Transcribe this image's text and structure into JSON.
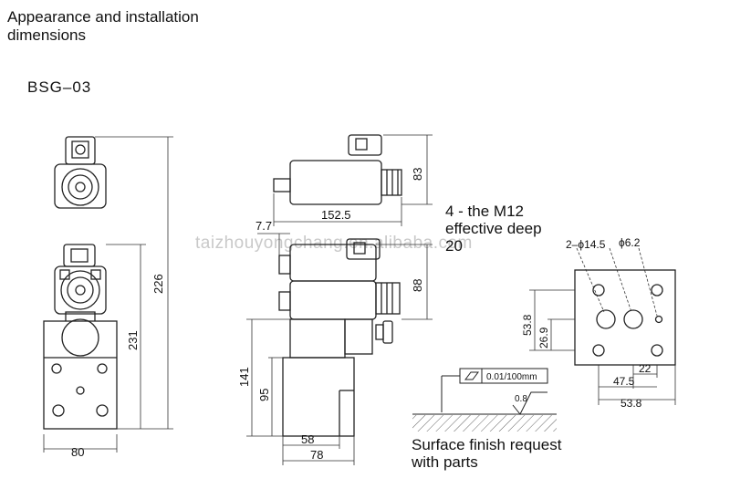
{
  "heading": "Appearance and installation dimensions",
  "model": "BSG–03",
  "watermark": "taizhouyongchang.en.alibaba.com",
  "notes": {
    "thread": "4 - the M12 effective deep 20",
    "thread_line1": "4 - the M12",
    "thread_line2": "effective deep",
    "thread_line3": "20",
    "surface": "Surface finish request with parts",
    "surface_line1": "Surface finish request",
    "surface_line2": "with parts"
  },
  "dimensions": {
    "width_80": "80",
    "height_226": "226",
    "height_231": "231",
    "length_152_5": "152.5",
    "height_83": "83",
    "offset_7_7": "7.7",
    "height_88": "88",
    "height_141": "141",
    "height_95": "95",
    "width_58": "58",
    "width_78": "78",
    "hole_2_phi14_5": "2–ϕ14.5",
    "hole_phi6_2": "ϕ6.2",
    "height_53_8": "53.8",
    "height_26_9": "26.9",
    "width_22": "22",
    "width_47_5": "47.5",
    "width_53_8": "53.8"
  },
  "tolerance": {
    "flatness": "0.01/100mm",
    "roughness": "0.8"
  }
}
